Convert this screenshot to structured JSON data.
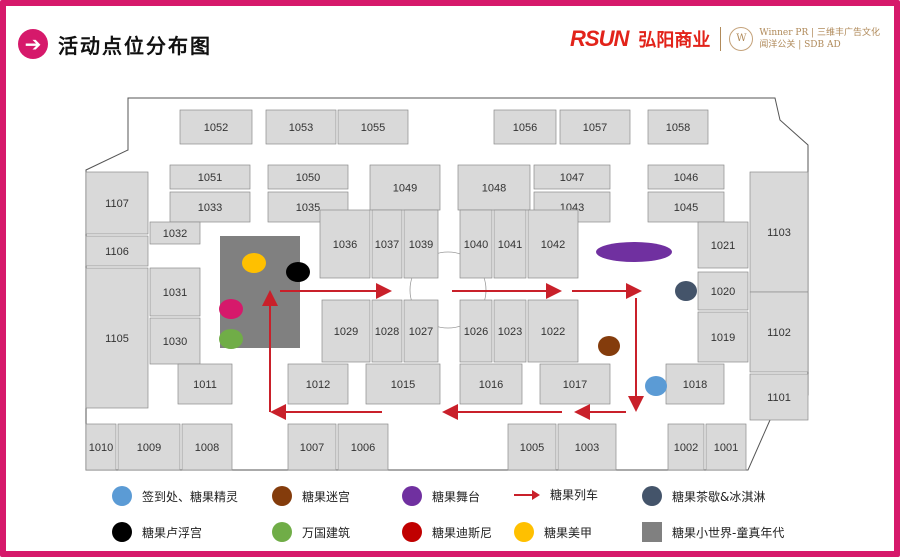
{
  "header": {
    "title": "活动点位分布图",
    "brand_rsun": "RSUN",
    "brand_name": "弘阳商业",
    "partner_line1": "Winner PR | 三维丰广告文化",
    "partner_line2": "闻洋公关 | SDB AD"
  },
  "units": [
    {
      "id": "1052",
      "label": "1052"
    },
    {
      "id": "1053",
      "label": "1053"
    },
    {
      "id": "1055",
      "label": "1055"
    },
    {
      "id": "1056",
      "label": "1056"
    },
    {
      "id": "1057",
      "label": "1057"
    },
    {
      "id": "1058",
      "label": "1058"
    },
    {
      "id": "1051",
      "label": "1051"
    },
    {
      "id": "1033",
      "label": "1033"
    },
    {
      "id": "1050",
      "label": "1050"
    },
    {
      "id": "1035",
      "label": "1035"
    },
    {
      "id": "1049",
      "label": "1049"
    },
    {
      "id": "1048",
      "label": "1048"
    },
    {
      "id": "1047",
      "label": "1047"
    },
    {
      "id": "1043",
      "label": "1043"
    },
    {
      "id": "1046",
      "label": "1046"
    },
    {
      "id": "1045",
      "label": "1045"
    },
    {
      "id": "1107",
      "label": "1107"
    },
    {
      "id": "1106",
      "label": "1106"
    },
    {
      "id": "1032",
      "label": "1032"
    },
    {
      "id": "1031",
      "label": "1031"
    },
    {
      "id": "1030",
      "label": "1030"
    },
    {
      "id": "1105",
      "label": "1105"
    },
    {
      "id": "1036",
      "label": "1036"
    },
    {
      "id": "1037",
      "label": "1037"
    },
    {
      "id": "1039",
      "label": "1039"
    },
    {
      "id": "1040",
      "label": "1040"
    },
    {
      "id": "1041",
      "label": "1041"
    },
    {
      "id": "1042",
      "label": "1042"
    },
    {
      "id": "1021",
      "label": "1021"
    },
    {
      "id": "1103",
      "label": "1103"
    },
    {
      "id": "1020",
      "label": "1020"
    },
    {
      "id": "1102",
      "label": "1102"
    },
    {
      "id": "1019",
      "label": "1019"
    },
    {
      "id": "1029",
      "label": "1029"
    },
    {
      "id": "1028",
      "label": "1028"
    },
    {
      "id": "1027",
      "label": "1027"
    },
    {
      "id": "1026",
      "label": "1026"
    },
    {
      "id": "1023",
      "label": "1023"
    },
    {
      "id": "1022",
      "label": "1022"
    },
    {
      "id": "1011",
      "label": "1011"
    },
    {
      "id": "1012",
      "label": "1012"
    },
    {
      "id": "1015",
      "label": "1015"
    },
    {
      "id": "1016",
      "label": "1016"
    },
    {
      "id": "1017",
      "label": "1017"
    },
    {
      "id": "1018",
      "label": "1018"
    },
    {
      "id": "1101",
      "label": "1101"
    },
    {
      "id": "1010",
      "label": "1010"
    },
    {
      "id": "1009",
      "label": "1009"
    },
    {
      "id": "1008",
      "label": "1008"
    },
    {
      "id": "1007",
      "label": "1007"
    },
    {
      "id": "1006",
      "label": "1006"
    },
    {
      "id": "1005",
      "label": "1005"
    },
    {
      "id": "1003",
      "label": "1003"
    },
    {
      "id": "1002",
      "label": "1002"
    },
    {
      "id": "1001",
      "label": "1001"
    }
  ],
  "legend": [
    {
      "label": "签到处、糖果精灵",
      "color": "#5b9bd5",
      "shape": "dot"
    },
    {
      "label": "糖果迷宫",
      "color": "#843c0c",
      "shape": "dot"
    },
    {
      "label": "糖果舞台",
      "color": "#7030a0",
      "shape": "dot"
    },
    {
      "label": "糖果列车",
      "color": "#c9202a",
      "shape": "arrow"
    },
    {
      "label": "糖果茶歇&冰淇淋",
      "color": "#44546a",
      "shape": "dot"
    },
    {
      "label": "糖果卢浮宫",
      "color": "#000000",
      "shape": "dot"
    },
    {
      "label": "万国建筑",
      "color": "#70ad47",
      "shape": "dot"
    },
    {
      "label": "糖果迪斯尼",
      "color": "#c00000",
      "shape": "dot"
    },
    {
      "label": "糖果美甲",
      "color": "#ffc000",
      "shape": "dot"
    },
    {
      "label": "糖果小世界-童真年代",
      "color": "#808080",
      "shape": "square"
    }
  ],
  "colors": {
    "frame": "#d6196b",
    "unit_fill": "#d9d9d9",
    "arrow": "#c9202a",
    "kids_world": "#808080",
    "pink_marker": "#d6196b"
  }
}
